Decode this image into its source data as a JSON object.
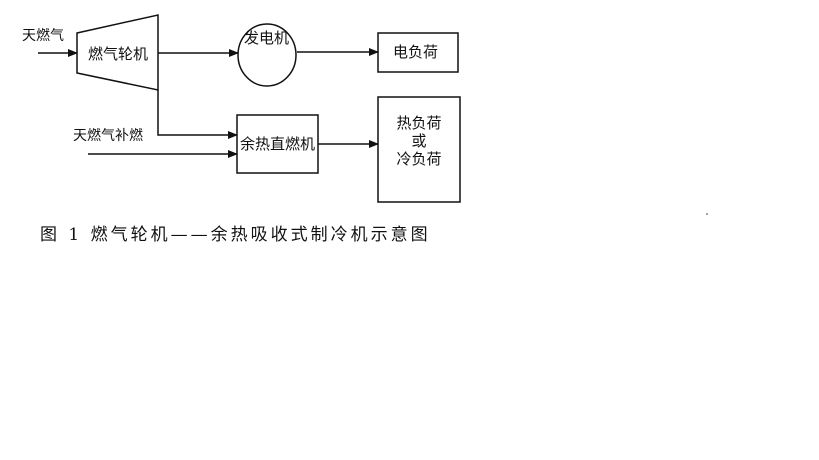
{
  "nodes": {
    "gas_input": "天燃气",
    "gas_turbine": "燃气轮机",
    "generator": "发电机",
    "electric_load": "电负荷",
    "supplementary_gas": "天燃气补燃",
    "waste_heat_chiller": "余热直燃机",
    "heat_load_line1": "热负荷",
    "heat_load_line2": "或",
    "heat_load_line3": "冷负荷"
  },
  "caption": "图 1   燃气轮机——余热吸收式制冷机示意图"
}
